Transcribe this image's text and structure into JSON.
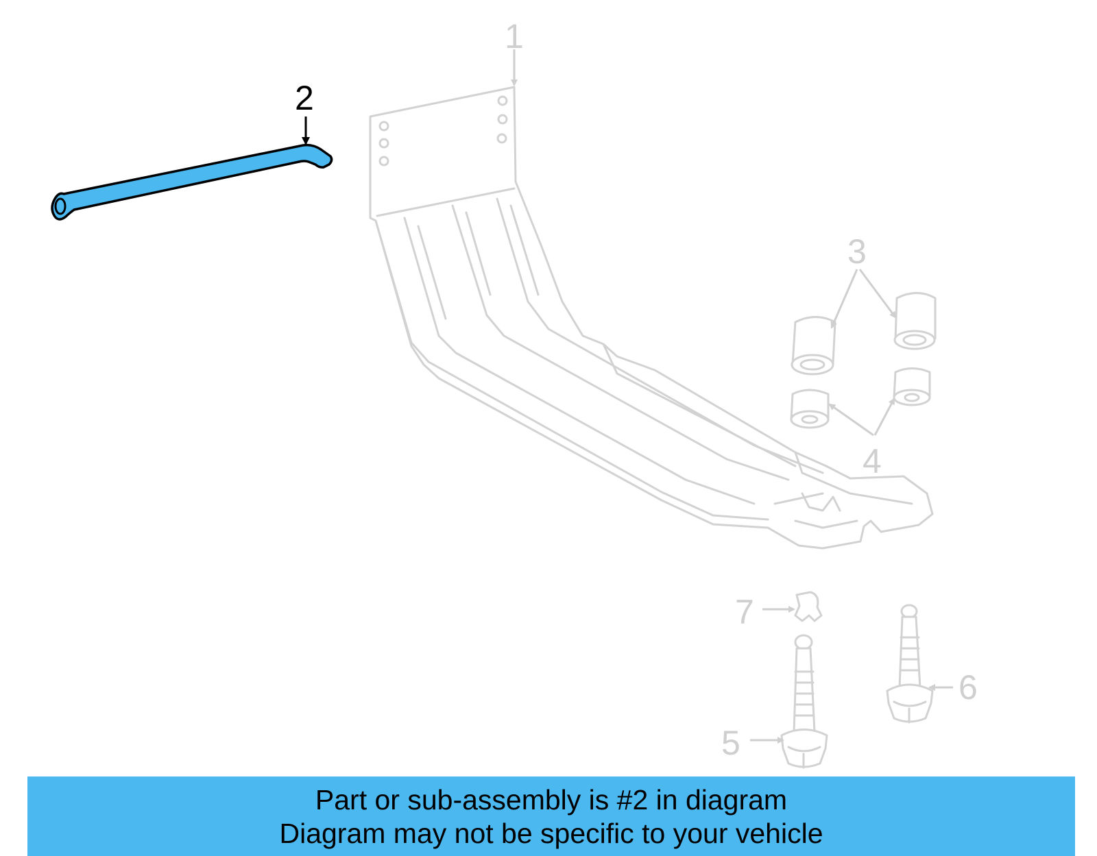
{
  "diagram": {
    "callouts": [
      "1",
      "2",
      "3",
      "4",
      "5",
      "6",
      "7"
    ],
    "highlighted_part": "2",
    "highlight_color": "#4bb8f0",
    "ghost_color": "#d2d2d2"
  },
  "banner": {
    "line1": "Part or sub-assembly is #2 in diagram",
    "line2": "Diagram may not be specific to your vehicle"
  }
}
